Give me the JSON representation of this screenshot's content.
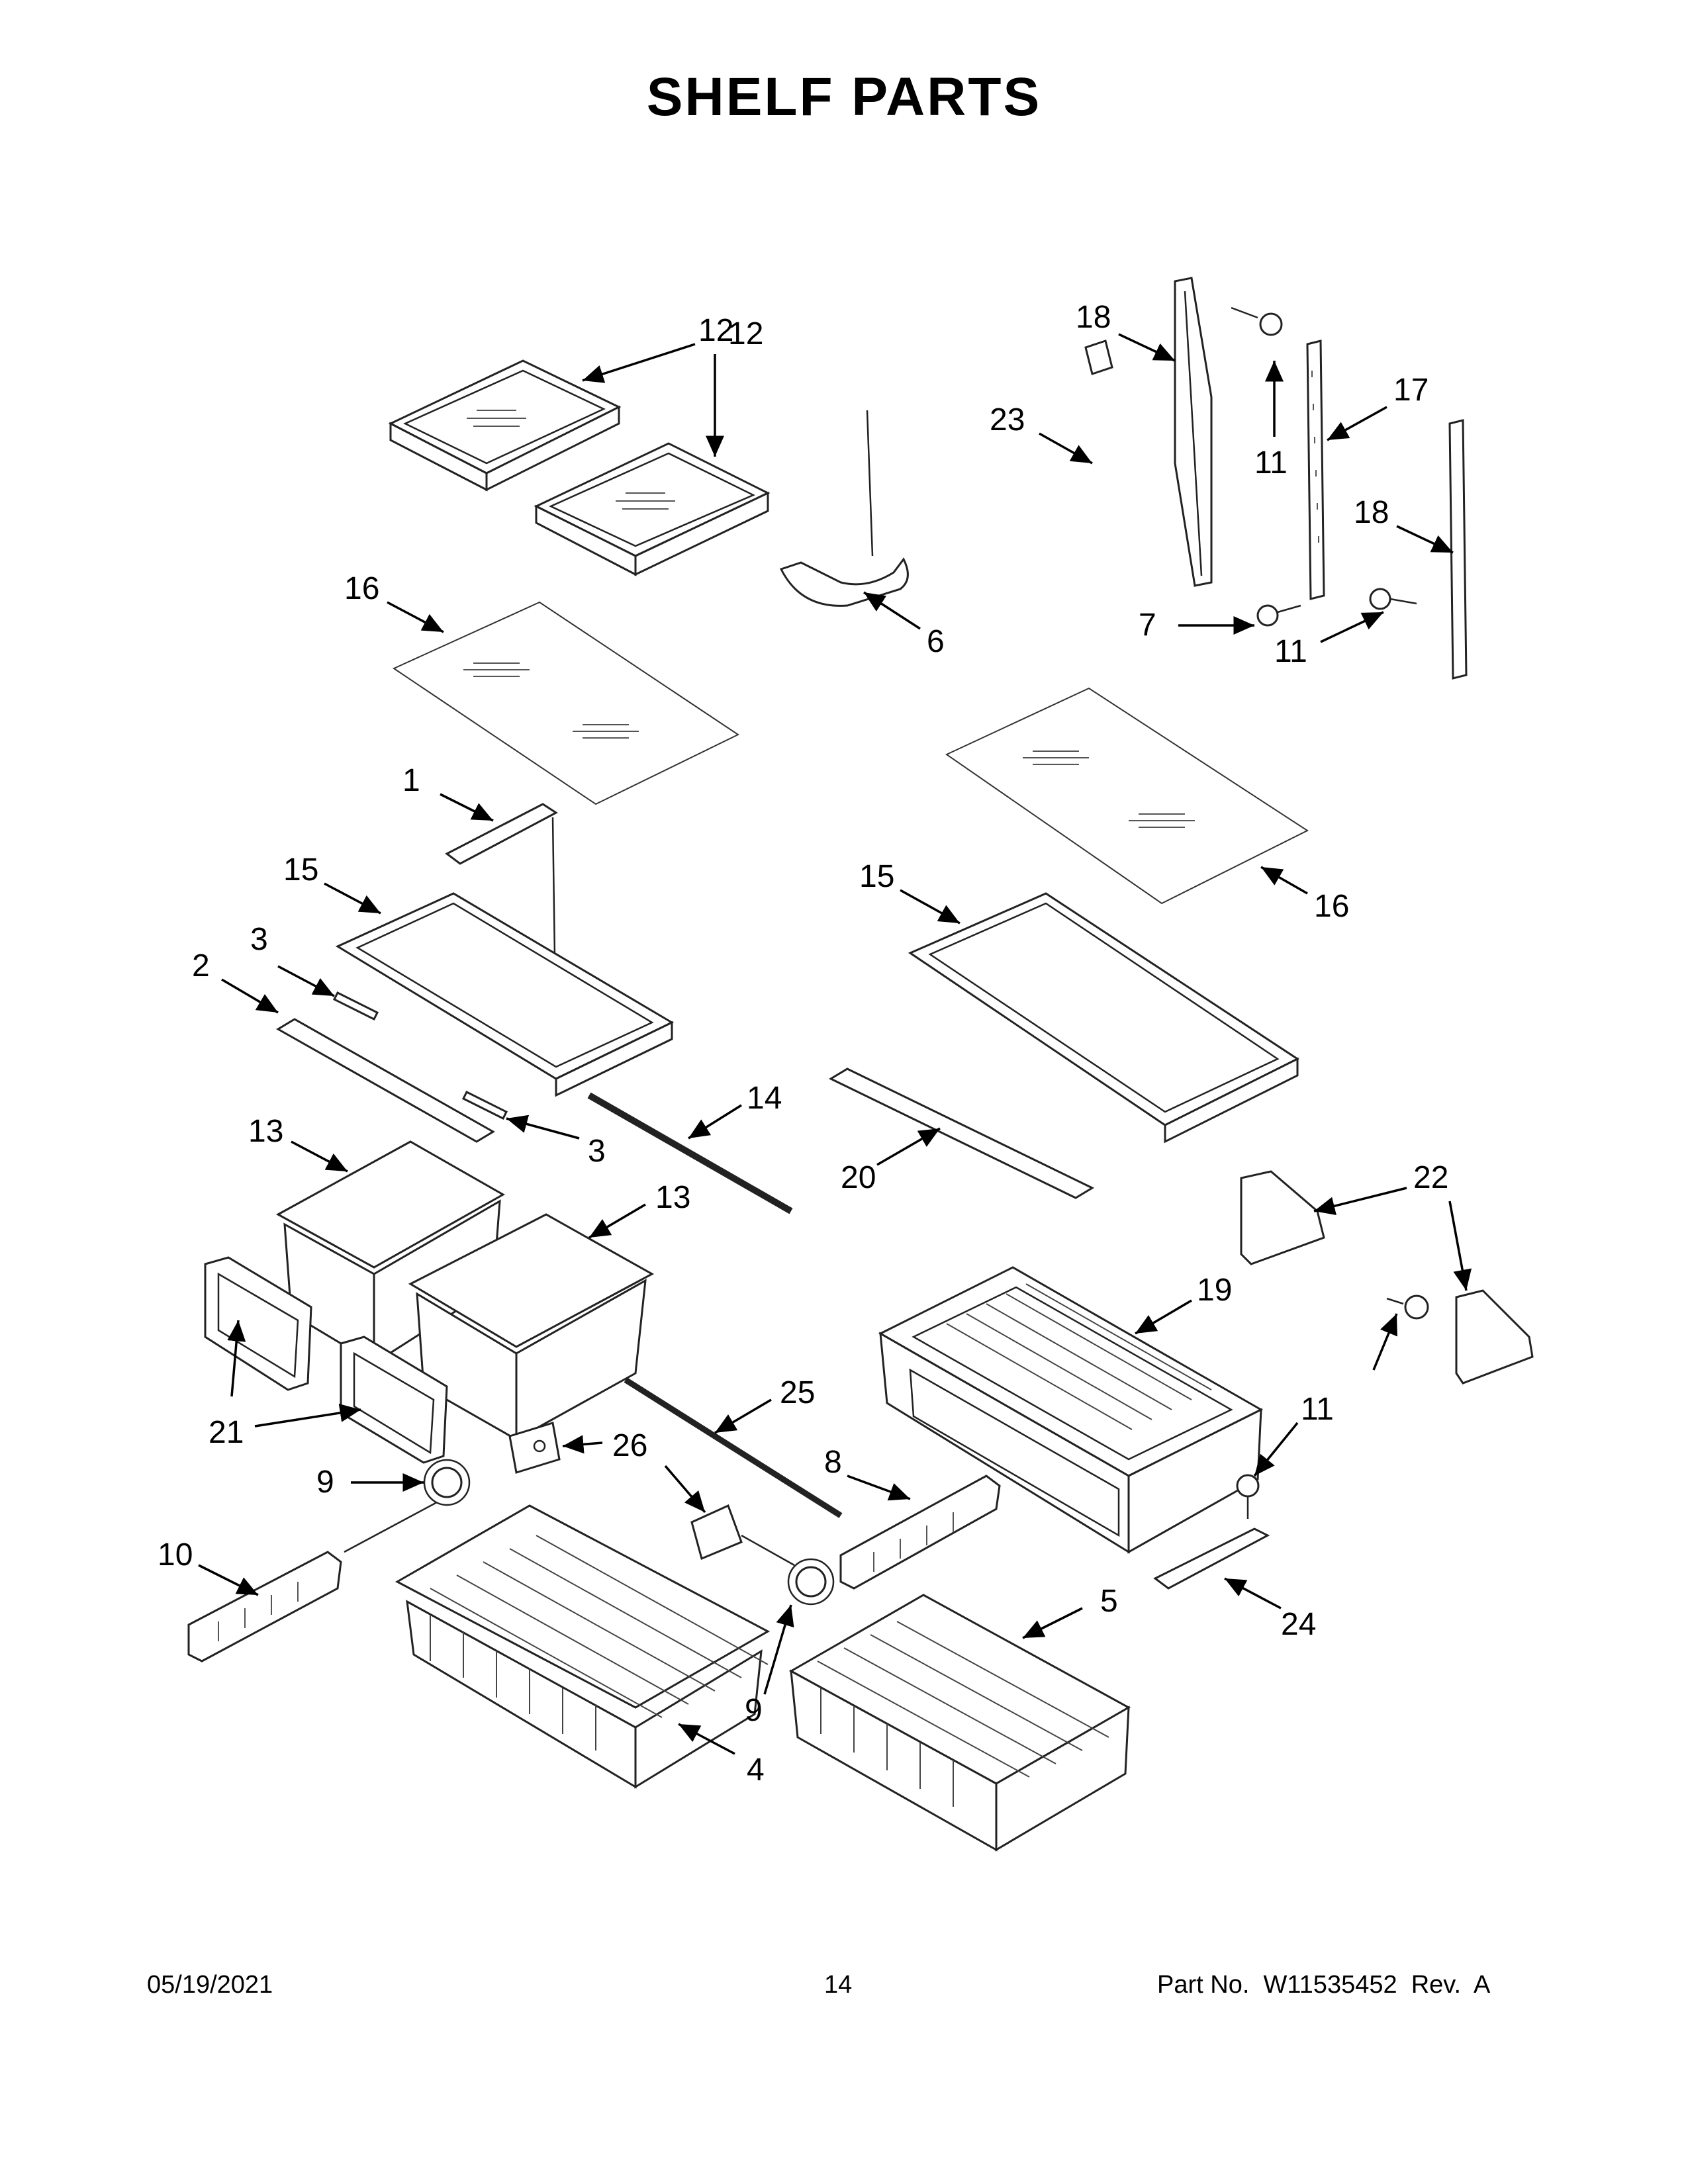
{
  "page": {
    "title": "SHELF PARTS",
    "footer": {
      "date": "05/19/2021",
      "page_number": "14",
      "part_number": "Part No.  W11535452  Rev.  A"
    }
  },
  "callouts": [
    "12",
    "12",
    "18",
    "17",
    "23",
    "11",
    "18",
    "16",
    "6",
    "7",
    "11",
    "1",
    "15",
    "15",
    "16",
    "3",
    "2",
    "3",
    "14",
    "13",
    "13",
    "20",
    "22",
    "19",
    "21",
    "25",
    "26",
    "9",
    "8",
    "11",
    "10",
    "5",
    "24",
    "9",
    "4"
  ]
}
